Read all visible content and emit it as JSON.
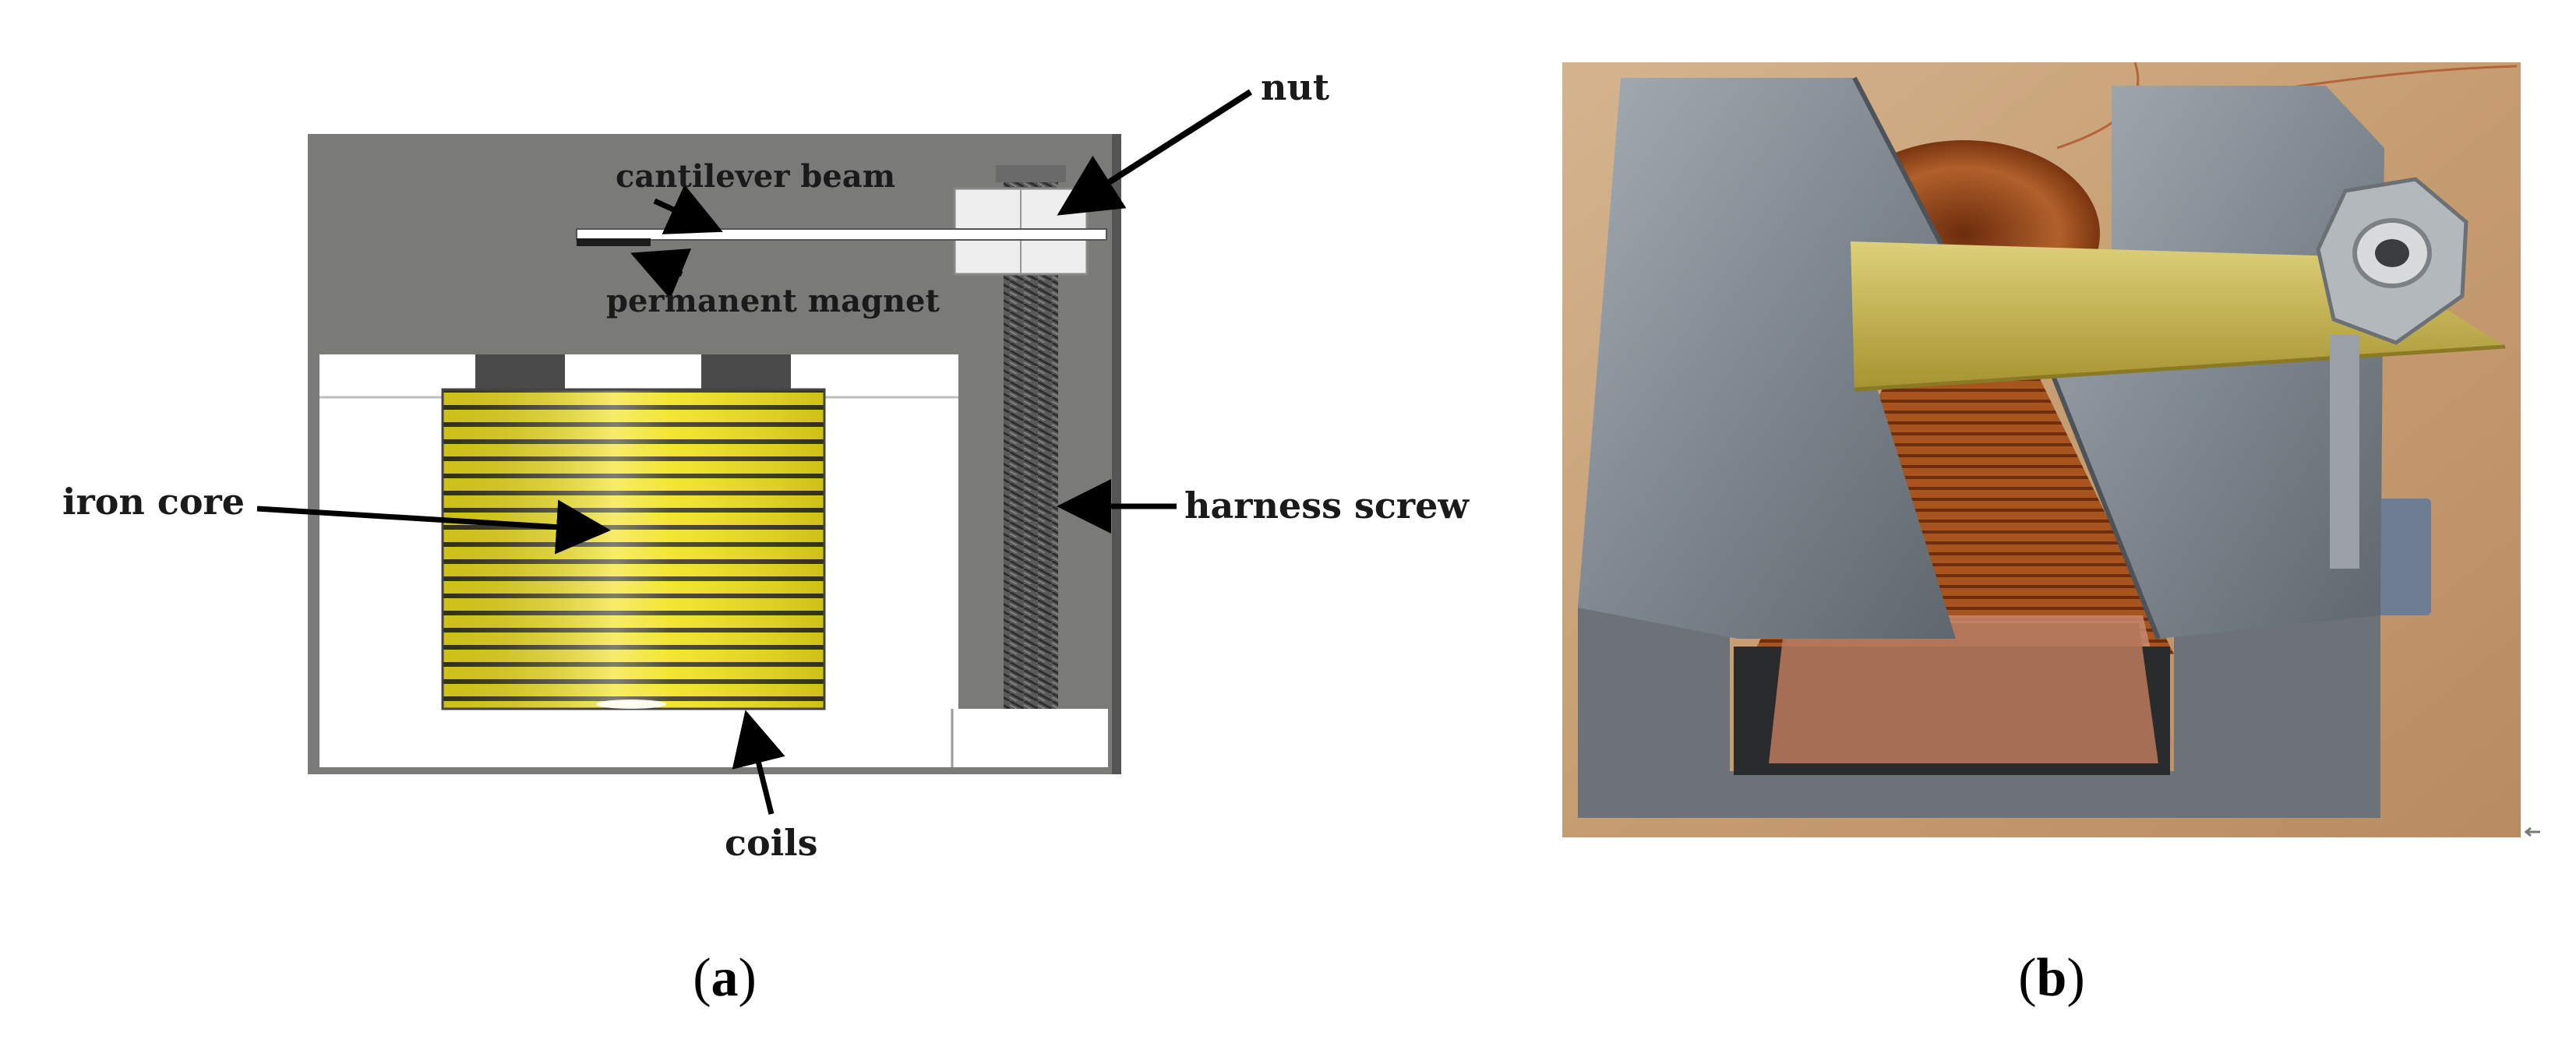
{
  "panel_a": {
    "labels": {
      "nut": "nut",
      "cantilever_beam": "cantilever beam",
      "permanent_magnet": "permanent magnet",
      "iron_core": "iron core",
      "harness_screw": "harness screw",
      "coils": "coils"
    },
    "caption": {
      "open": "(",
      "letter": "a",
      "close": ")"
    },
    "colors": {
      "housing": "#7a7a78",
      "coil_yellow": "#f2e21c",
      "coil_dark": "#3a3a20",
      "screw": "#4a4a4a",
      "nut": "#eeeeee"
    }
  },
  "panel_b": {
    "caption": {
      "open": "(",
      "letter": "b",
      "close": ")"
    },
    "colors": {
      "background_wood": "#c9a57d",
      "steel": "#8c949c",
      "copper": "#a5521f",
      "brass_beam": "#c8b84a"
    }
  }
}
